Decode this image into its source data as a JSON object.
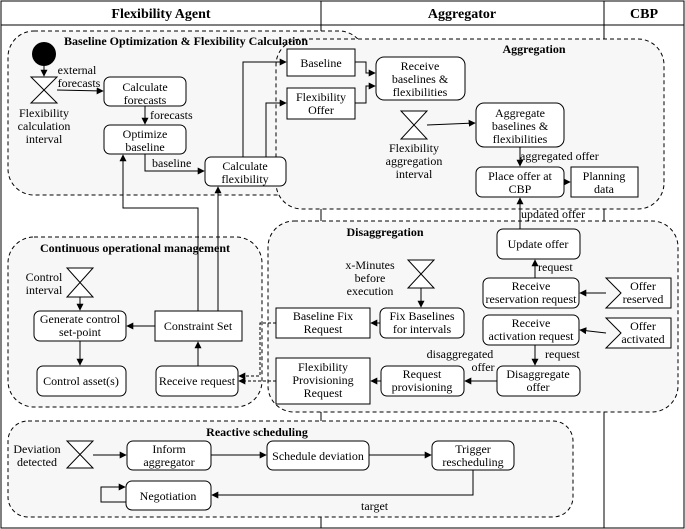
{
  "lanes": {
    "flexibility_agent": "Flexibility Agent",
    "aggregator": "Aggregator",
    "cbp": "CBP"
  },
  "regions": {
    "baseline_optimization": "Baseline Optimization & Flexibility Calculation",
    "aggregation": "Aggregation",
    "continuous_management": "Continuous operational management",
    "disaggregation": "Disaggregation",
    "reactive_scheduling": "Reactive scheduling"
  },
  "nodes": {
    "calculate_forecasts": [
      "Calculate",
      "forecasts"
    ],
    "optimize_baseline": [
      "Optimize",
      "baseline"
    ],
    "calculate_flexibility": [
      "Calculate",
      "flexibility"
    ],
    "baseline": [
      "Baseline"
    ],
    "flexibility_offer": [
      "Flexibility",
      "Offer"
    ],
    "receive_baselines": [
      "Receive",
      "baselines &",
      "flexibilities"
    ],
    "aggregate_baselines": [
      "Aggregate",
      "baselines &",
      "flexibilities"
    ],
    "place_offer": [
      "Place offer at",
      "CBP"
    ],
    "planning_data": [
      "Planning",
      "data"
    ],
    "update_offer": [
      "Update offer"
    ],
    "receive_reservation": [
      "Receive",
      "reservation request"
    ],
    "receive_activation": [
      "Receive",
      "activation request"
    ],
    "disaggregate_offer": [
      "Disaggregate",
      "offer"
    ],
    "request_provisioning": [
      "Request",
      "provisioning"
    ],
    "flexibility_provisioning_request": [
      "Flexibility",
      "Provisioning",
      "Request"
    ],
    "fix_baselines": [
      "Fix Baselines",
      "for intervals"
    ],
    "baseline_fix_request": [
      "Baseline Fix",
      "Request"
    ],
    "generate_setpoint": [
      "Generate control",
      "set-point"
    ],
    "control_assets": [
      "Control asset(s)"
    ],
    "constraint_set": [
      "Constraint Set"
    ],
    "receive_request": [
      "Receive request"
    ],
    "inform_aggregator": [
      "Inform",
      "aggregator"
    ],
    "schedule_deviation": [
      "Schedule deviation"
    ],
    "trigger_rescheduling": [
      "Trigger",
      "rescheduling"
    ],
    "negotiation": [
      "Negotiation"
    ]
  },
  "signals": {
    "offer_reserved": [
      "Offer",
      "reserved"
    ],
    "offer_activated": [
      "Offer",
      "activated"
    ]
  },
  "timers": {
    "flex_calc_interval": [
      "Flexibility",
      "calculation",
      "interval"
    ],
    "flex_agg_interval": [
      "Flexibility",
      "aggregation",
      "interval"
    ],
    "x_minutes": [
      "x-Minutes",
      "before",
      "execution"
    ],
    "control_interval": [
      "Control",
      "interval"
    ],
    "deviation_detected": [
      "Deviation",
      "detected"
    ]
  },
  "edge_labels": {
    "external_forecasts": [
      "external",
      "forecasts"
    ],
    "forecasts": [
      "forecasts"
    ],
    "baseline": [
      "baseline"
    ],
    "aggregated_offer": [
      "aggregated offer"
    ],
    "updated_offer": [
      "updated offer"
    ],
    "request_1": [
      "request"
    ],
    "request_2": [
      "request"
    ],
    "disaggregated_offer": [
      "disaggregated",
      "offer"
    ],
    "target": [
      "target"
    ]
  }
}
